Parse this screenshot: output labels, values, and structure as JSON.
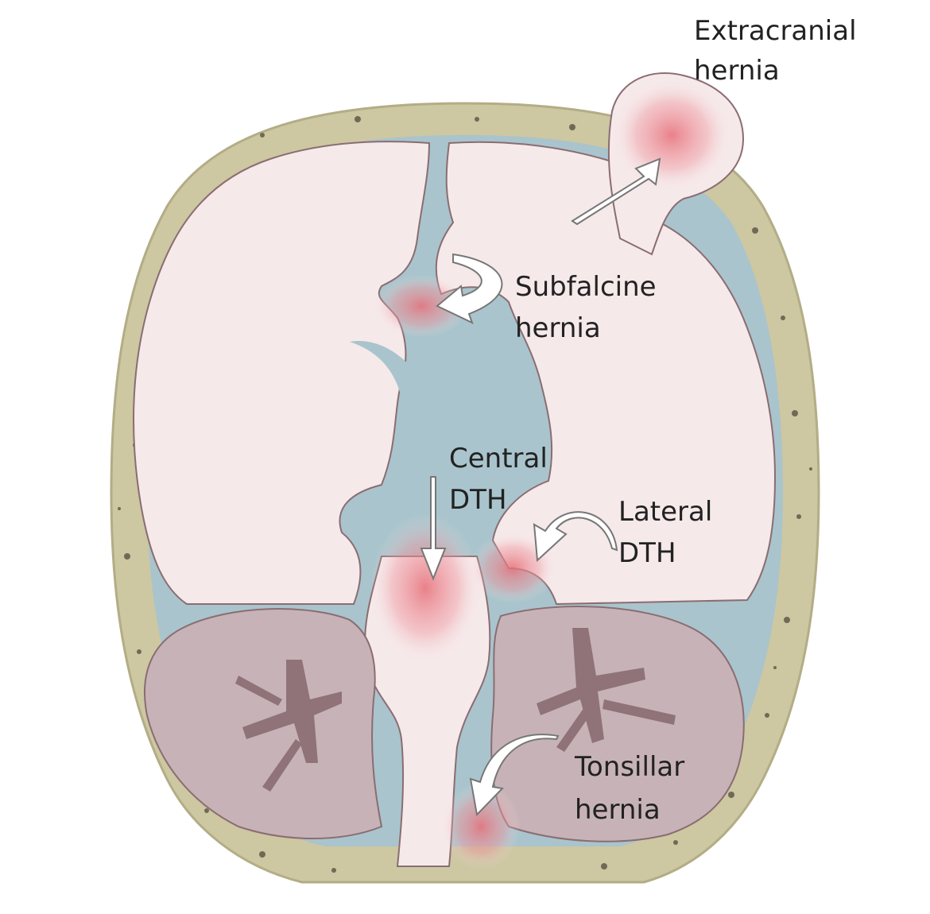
{
  "labels": {
    "extracranial": [
      "Extracranial",
      "hernia"
    ],
    "subfalcine": [
      "Subfalcine",
      "hernia"
    ],
    "central": [
      "Central",
      "DTH"
    ],
    "lateral": [
      "Lateral",
      "DTH"
    ],
    "tonsillar": [
      "Tonsillar",
      "hernia"
    ]
  },
  "colors": {
    "skull": "#cdc7a2",
    "skull_outline": "#b3ad86",
    "csf": "#a9c4cc",
    "cerebrum": "#f6e9ea",
    "cerebrum_inner": "#fbf3f3",
    "sulcus": "#8a6d72",
    "cerebellum": "#c7b3b7",
    "arbor": "#8f7378",
    "hernia": "#e76e78",
    "arrow": "#ffffff"
  }
}
